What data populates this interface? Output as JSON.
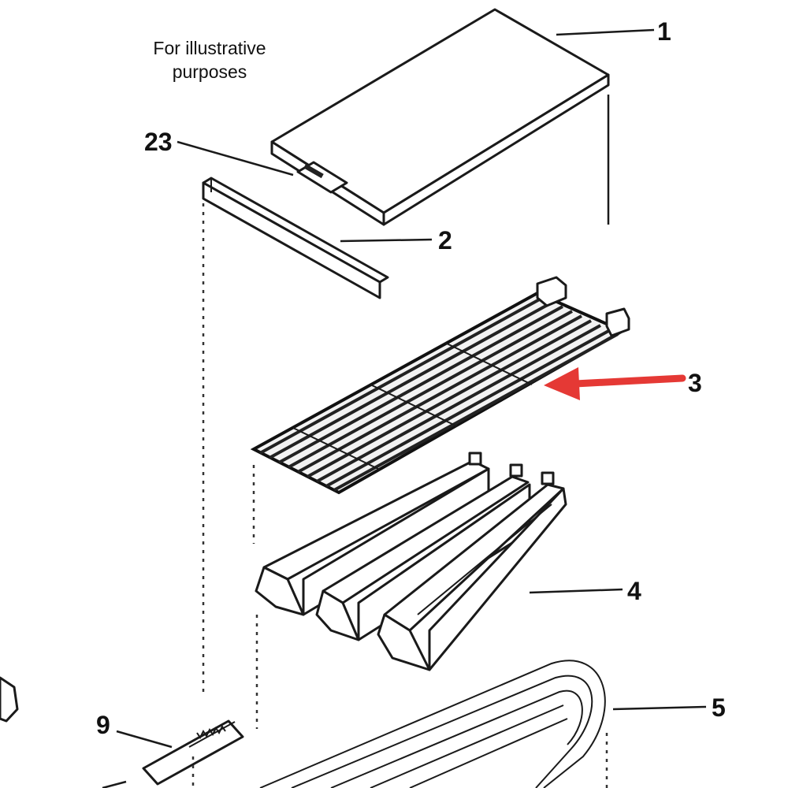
{
  "note": {
    "line1": "For illustrative",
    "line2": "purposes"
  },
  "callouts": {
    "c1": "1",
    "c2": "2",
    "c3": "3",
    "c4": "4",
    "c5": "5",
    "c9": "9",
    "c23": "23"
  },
  "colors": {
    "highlight_arrow": "#e53935",
    "line": "#1a1a1a"
  }
}
